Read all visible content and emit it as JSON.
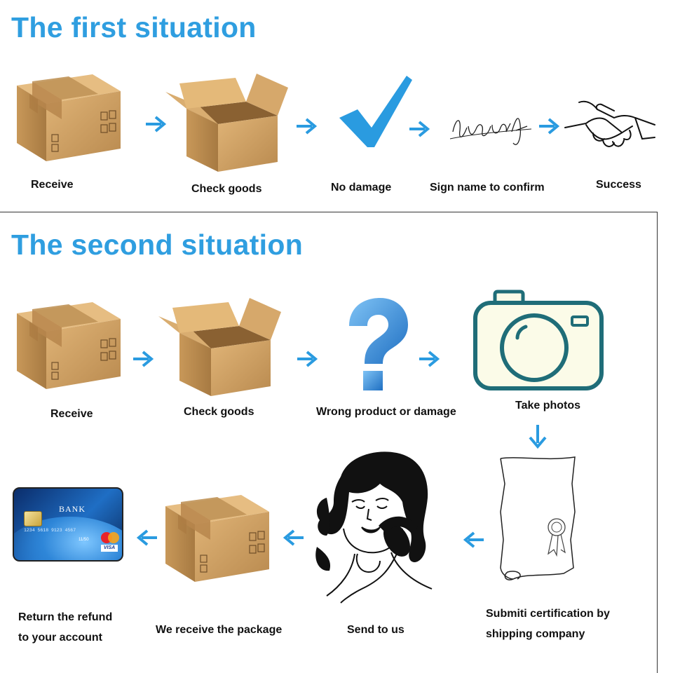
{
  "colors": {
    "title_blue": "#2f9ee0",
    "arrow_blue": "#2a9be0",
    "cardboard": "#c89a5c",
    "camera_stroke": "#1f6d78",
    "camera_fill": "#fbfbe8"
  },
  "first_situation": {
    "title": "The first situation",
    "steps": [
      {
        "label": "Receive",
        "icon": "closed-box-icon"
      },
      {
        "label": "Check goods",
        "icon": "open-box-icon"
      },
      {
        "label": "No damage",
        "icon": "checkmark-icon"
      },
      {
        "label": "Sign name to confirm",
        "icon": "signature-icon"
      },
      {
        "label": "Success",
        "icon": "handshake-icon"
      }
    ]
  },
  "second_situation": {
    "title": "The second situation",
    "steps": [
      {
        "label": "Receive",
        "icon": "closed-box-icon"
      },
      {
        "label": "Check goods",
        "icon": "open-box-icon"
      },
      {
        "label": "Wrong product or damage",
        "icon": "question-mark-icon"
      },
      {
        "label": "Take photos",
        "icon": "camera-icon"
      },
      {
        "label_line1": "Submiti certification by",
        "label_line2": "shipping company",
        "icon": "certificate-scroll-icon"
      },
      {
        "label": "Send to us",
        "icon": "woman-phone-icon"
      },
      {
        "label": "We receive the package",
        "icon": "closed-box-icon"
      },
      {
        "label_line1": "Return the refund",
        "label_line2": "to your account",
        "icon": "bank-card-icon"
      }
    ],
    "bank_card": {
      "bank": "BANK",
      "number": "1234 5618 9123 4567",
      "expiry": "11/50",
      "network": "VISA"
    }
  }
}
